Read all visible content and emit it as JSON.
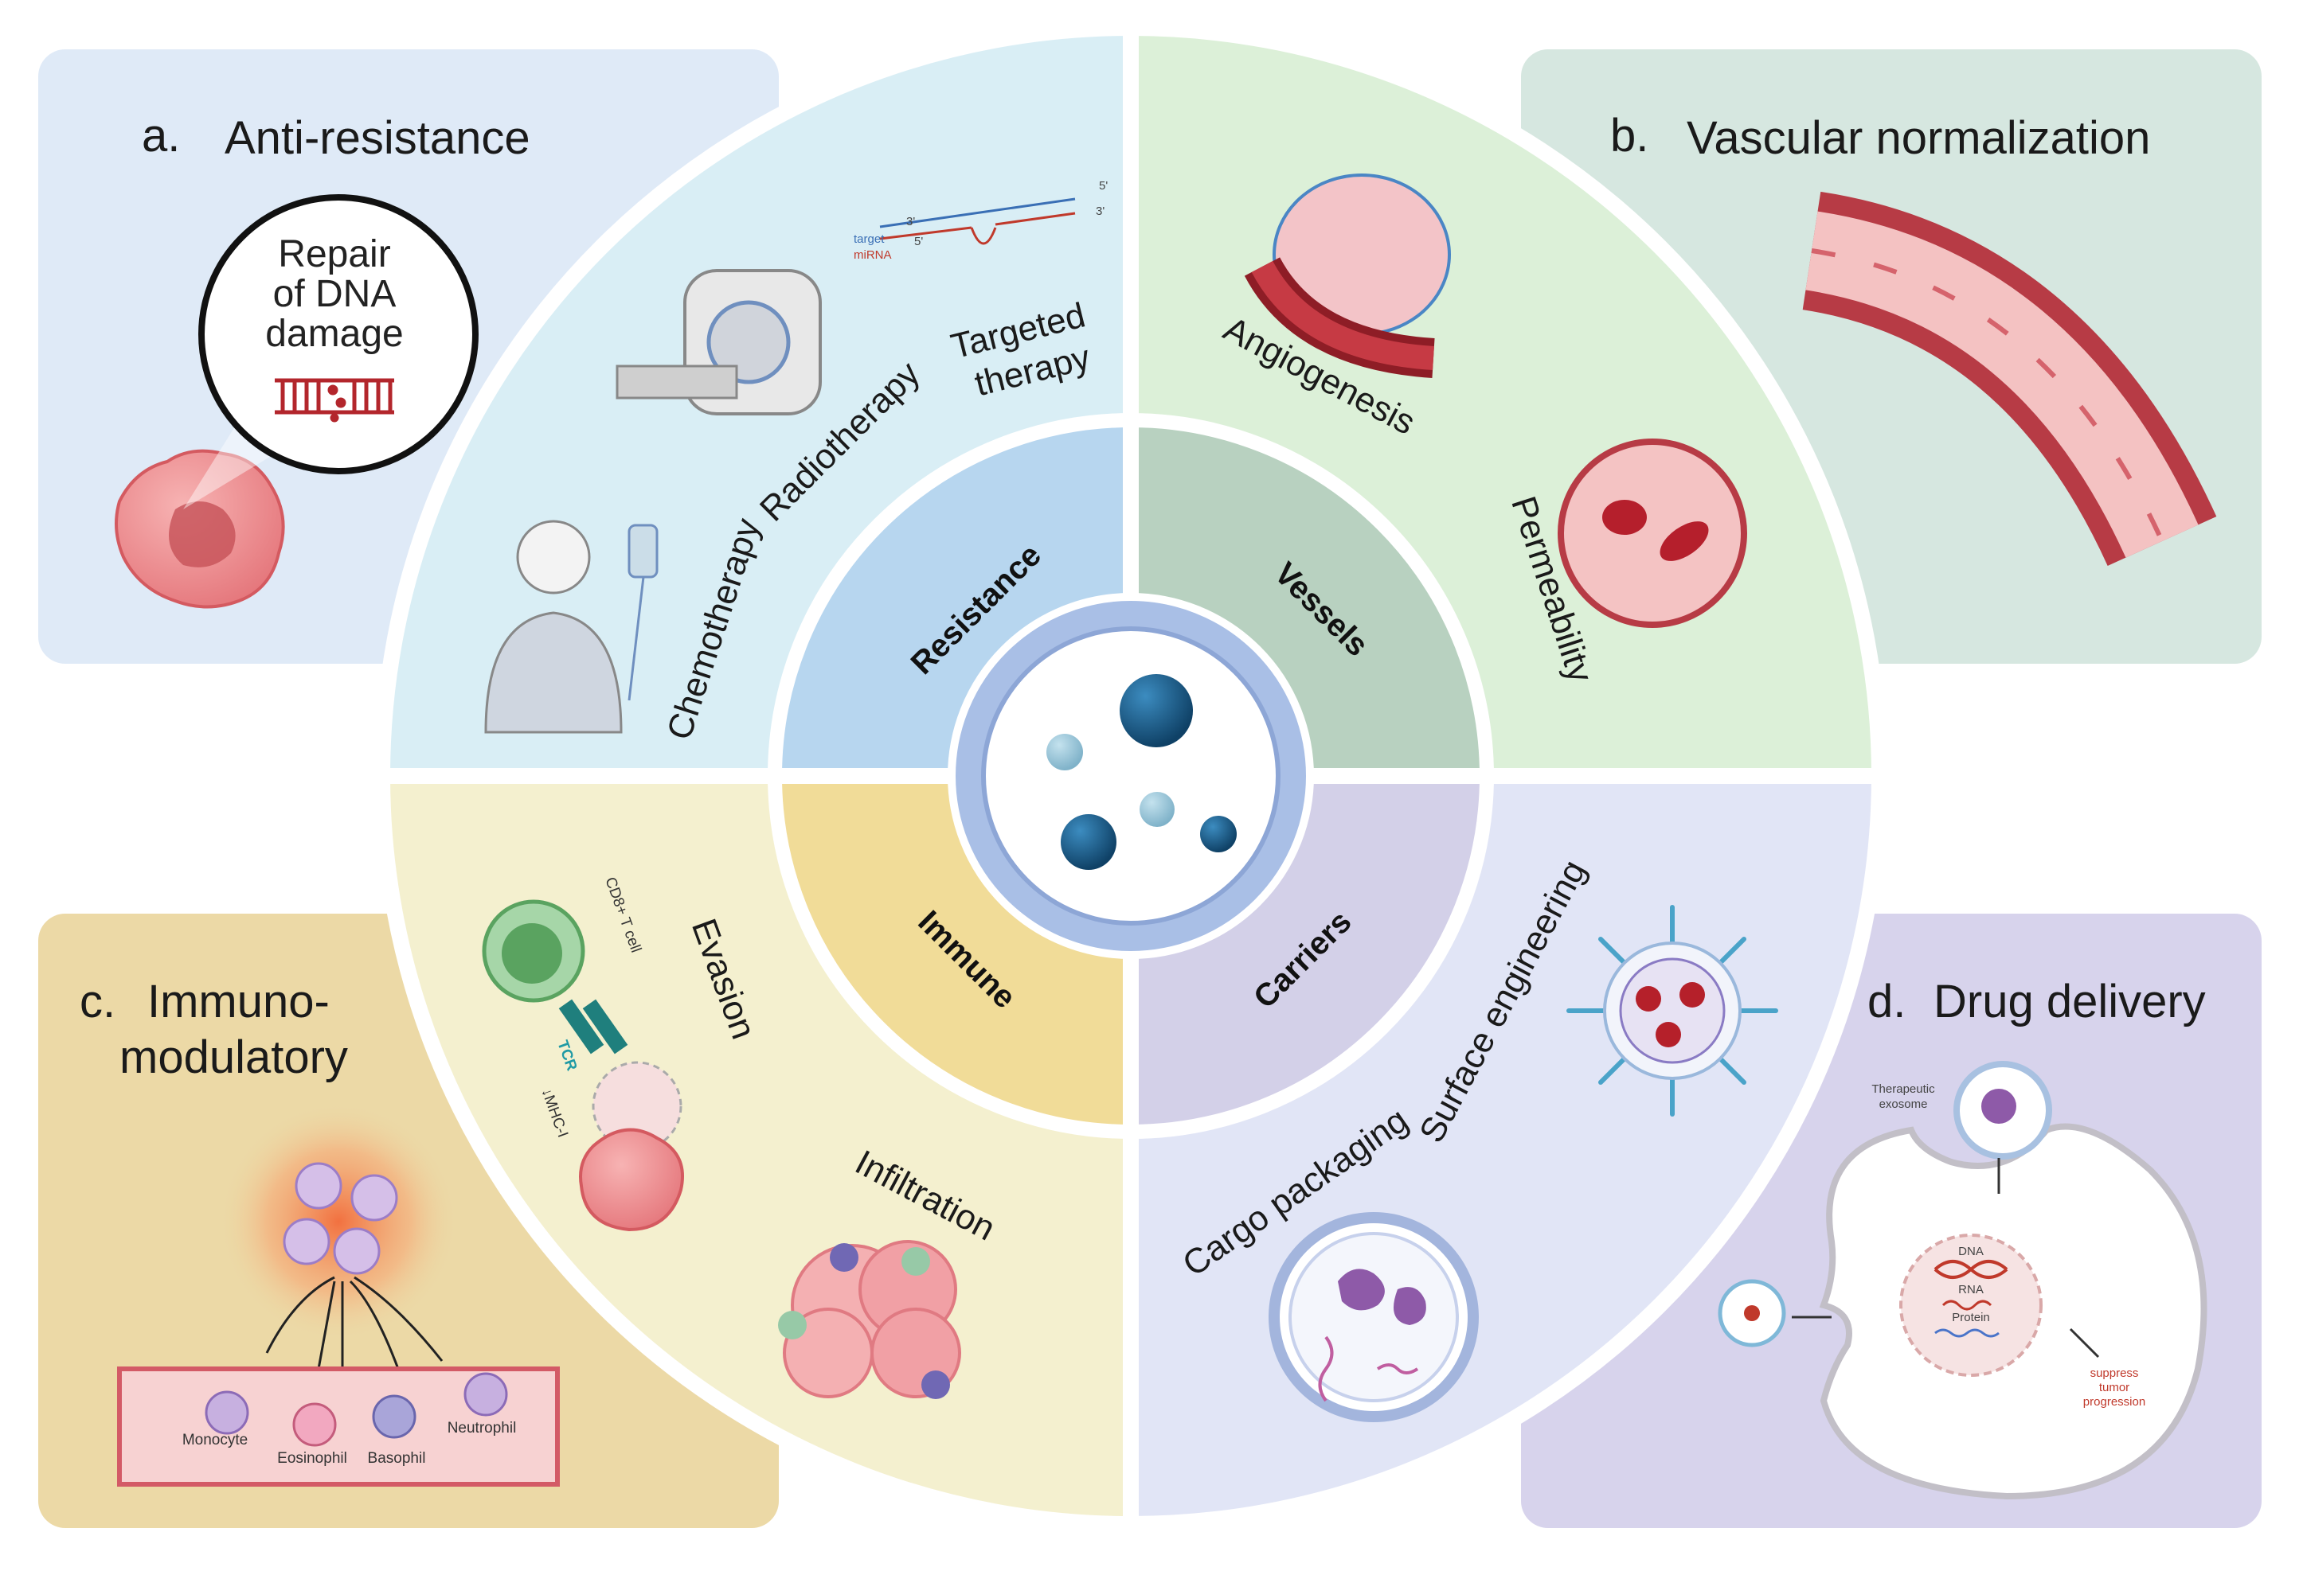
{
  "colors": {
    "panel_a": "#dfeaf7",
    "panel_b": "#d6e7e0",
    "panel_c": "#ecd9a6",
    "panel_d": "#d7d3ec",
    "ring_tl": "#d9eef5",
    "ring_tr": "#dcf0d8",
    "ring_bl": "#f4f0cf",
    "ring_br": "#e1e5f6",
    "inner_tl": "#b7d6ef",
    "inner_tr": "#b8d1c0",
    "inner_bl": "#f1dc98",
    "inner_br": "#d3d0e8",
    "center_ring": "#a9bfe6",
    "nano_dark": "#1a5b86",
    "nano_light": "#8fc0d6"
  },
  "corners": {
    "a": {
      "letter": "a.",
      "title": "Anti-resistance",
      "bubble": [
        "Repair",
        "of DNA",
        "damage"
      ]
    },
    "b": {
      "letter": "b.",
      "title": "Vascular normalization"
    },
    "c": {
      "letter": "c.",
      "title_line1": "Immuno-",
      "title_line2": "modulatory",
      "cells": {
        "monocyte": "Monocyte",
        "eosinophil": "Eosinophil",
        "basophil": "Basophil",
        "neutrophil": "Neutrophil"
      }
    },
    "d": {
      "letter": "d.",
      "title": "Drug delivery",
      "exosome": [
        "Therapeutic",
        "exosome"
      ],
      "dna": "DNA",
      "rna": "RNA",
      "protein": "Protein",
      "outcome": [
        "suppress",
        "tumor",
        "progression"
      ]
    }
  },
  "ring": {
    "chemotherapy": "Chemotherapy",
    "radiotherapy": "Radiotherapy",
    "targeted_1": "Targeted",
    "targeted_2": "therapy",
    "target": "target",
    "mirna": "miRNA",
    "five_prime": "5'",
    "three_prime": "3'",
    "angiogenesis": "Angiogenesis",
    "permeability": "Permeability",
    "evasion": "Evasion",
    "cd8": "CD8+ T cell",
    "tcr": "TCR",
    "mhc": "↓MHC-I",
    "infiltration": "Infiltration",
    "surface_engineering": "Surface engineering",
    "cargo_packaging": "Cargo packaging"
  },
  "inner": {
    "resistance": "Resistance",
    "vessels": "Vessels",
    "immune": "Immune",
    "carriers": "Carriers"
  }
}
